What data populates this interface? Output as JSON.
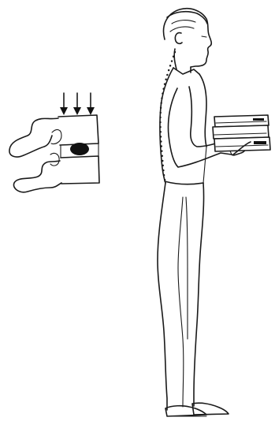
{
  "figure": {
    "subject": "standing-person-holding-books",
    "inset": "spinal-disc-under-compression",
    "ink_color": "#1a1a1a",
    "background_color": "#ffffff",
    "load_arrow_count": 3
  }
}
